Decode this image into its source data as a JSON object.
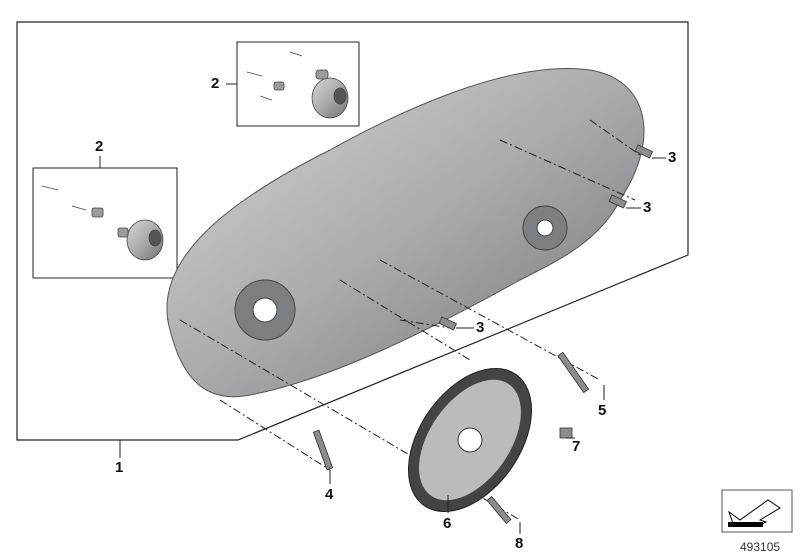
{
  "diagram": {
    "callouts": [
      {
        "id": "1",
        "label": "1"
      },
      {
        "id": "2a",
        "label": "2"
      },
      {
        "id": "2b",
        "label": "2"
      },
      {
        "id": "3a",
        "label": "3"
      },
      {
        "id": "3b",
        "label": "3"
      },
      {
        "id": "3c",
        "label": "3"
      },
      {
        "id": "4",
        "label": "4"
      },
      {
        "id": "5",
        "label": "5"
      },
      {
        "id": "6",
        "label": "6"
      },
      {
        "id": "7",
        "label": "7"
      },
      {
        "id": "8",
        "label": "8"
      }
    ],
    "catalog_number": "493105",
    "nav_icon": "back-arrow-icon",
    "part_color": "#a9abae"
  }
}
